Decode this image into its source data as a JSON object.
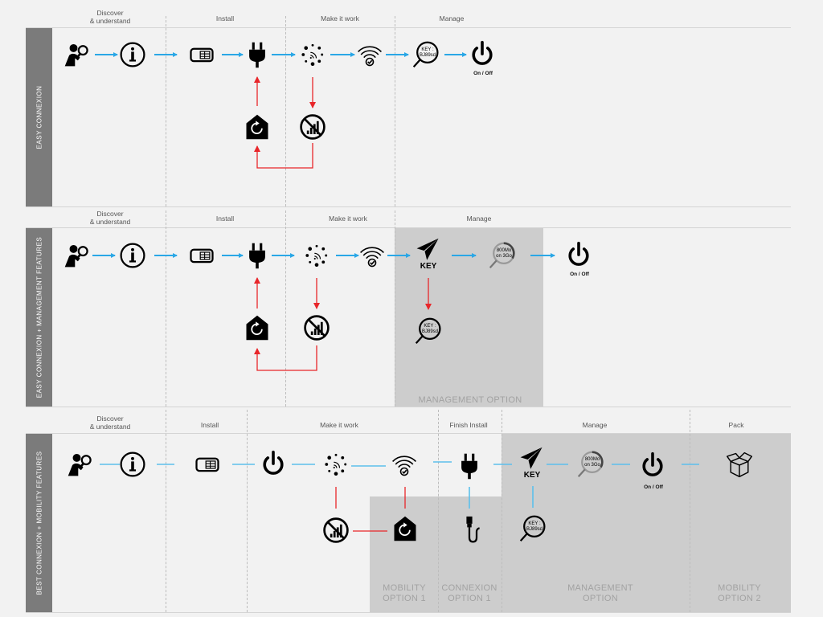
{
  "rows": [
    {
      "title": "EASY CONNEXION",
      "phases": [
        "Discover\n& understand",
        "Install",
        "Make it work",
        "Manage"
      ],
      "key_text": "KEY :\nBJ89sd",
      "on_off": "On / Off"
    },
    {
      "title": "EASY CONNEXION + MANAGEMENT FEATURES",
      "phases": [
        "Discover\n& understand",
        "Install",
        "Make it work",
        "Manage"
      ],
      "send_label": "KEY",
      "data_text": "800Mo\non 3Go",
      "key_text": "KEY :\nBJ89sd",
      "on_off": "On / Off",
      "option": "MANAGEMENT OPTION"
    },
    {
      "title": "BEST CONNEXION + MOBILITY FEATURES",
      "phases": [
        "Discover\n& understand",
        "Install",
        "Make it work",
        "Finish Install",
        "Manage",
        "Pack"
      ],
      "send_label": "KEY",
      "data_text": "800Mo\non 3Go",
      "key_text": "KEY :\nBJ89sd",
      "on_off": "On / Off",
      "options": [
        "MOBILITY\nOPTION 1",
        "CONNEXION\nOPTION 1",
        "MANAGEMENT\nOPTION",
        "MOBILITY\nOPTION 2"
      ]
    }
  ],
  "colors": {
    "flow": "#2aa7e6",
    "error": "#e8262a",
    "sidebar": "#7b7b7b",
    "option_bg": "#cdcdcd"
  }
}
